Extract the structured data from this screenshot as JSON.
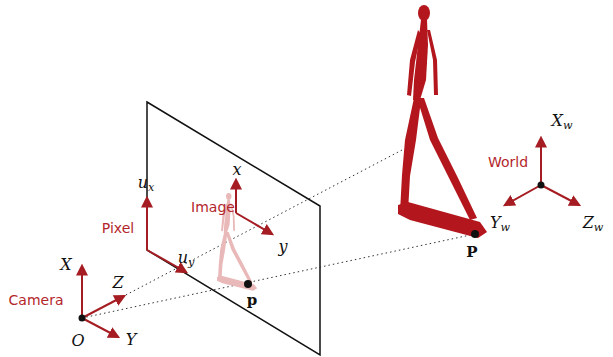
{
  "diagram": {
    "labels": [
      "Camera",
      "O",
      "X",
      "Y",
      "Z",
      "Pixel",
      "ux",
      "uy",
      "Image",
      "x",
      "y",
      "p",
      "P",
      "World",
      "Xw",
      "Yw",
      "Zw"
    ]
  }
}
